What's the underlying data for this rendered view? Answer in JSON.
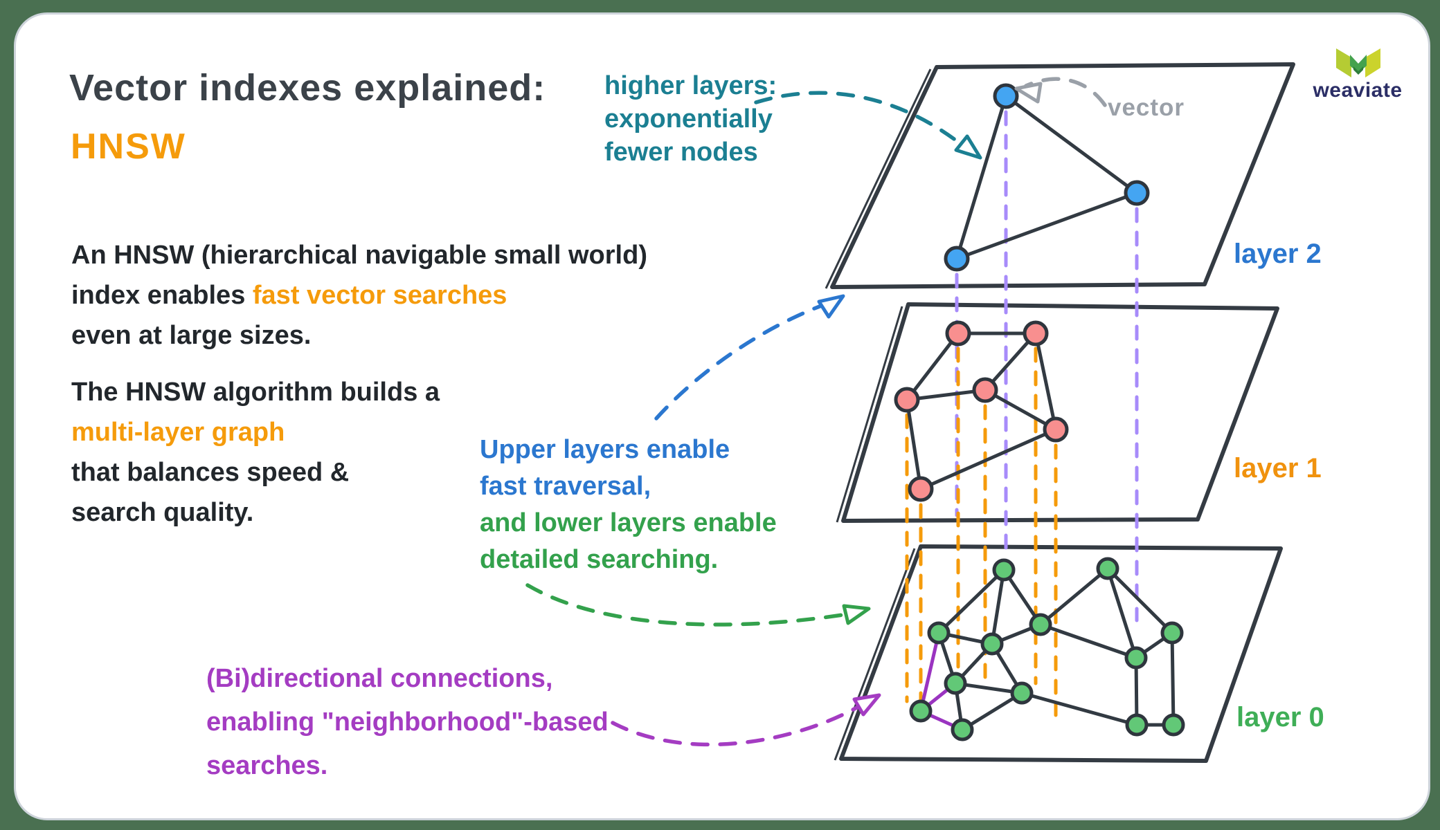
{
  "colors": {
    "background": "#4a7051",
    "card_border": "#cdd3da",
    "ink": "#343b43",
    "text_dark": "#22272c",
    "accent_orange": "#f59b0b",
    "accent_teal": "#1b7f92",
    "accent_blue": "#2b77cf",
    "accent_green": "#33a14c",
    "accent_purple": "#a43cc2",
    "connector_lavender": "#a78bfa",
    "vector_gray": "#9aa0a8",
    "node_blue": "#44a5f2",
    "node_red": "#f88f8f",
    "node_green": "#62c877",
    "logo_navy": "#2b2e66"
  },
  "header": {
    "title": "Vector indexes explained:",
    "subtitle": "HNSW"
  },
  "intro": {
    "line1": "An HNSW (hierarchical navigable small world)",
    "line2_prefix": "index enables ",
    "line2_highlight": "fast vector searches",
    "line3": "even at large sizes."
  },
  "build": {
    "line1": "The HNSW algorithm builds a",
    "line2_highlight": "multi-layer graph",
    "line3": "that balances speed &",
    "line4": "search quality."
  },
  "annotations": {
    "higher_layers": "higher layers:\nexponentially\nfewer nodes",
    "vector_label": "vector",
    "traversal_blue": "Upper layers enable\nfast traversal,",
    "traversal_green": "and lower layers enable\ndetailed searching.",
    "bidirectional": "(Bi)directional connections,\nenabling \"neighborhood\"-based\nsearches."
  },
  "layer_labels": {
    "layer2": "layer 2",
    "layer1": "layer 1",
    "layer0": "layer 0"
  },
  "diagram": {
    "layer2_node_count": 3,
    "layer1_node_count": 6,
    "layer0_node_count": 13
  },
  "logo": {
    "wordmark": "weaviate"
  }
}
